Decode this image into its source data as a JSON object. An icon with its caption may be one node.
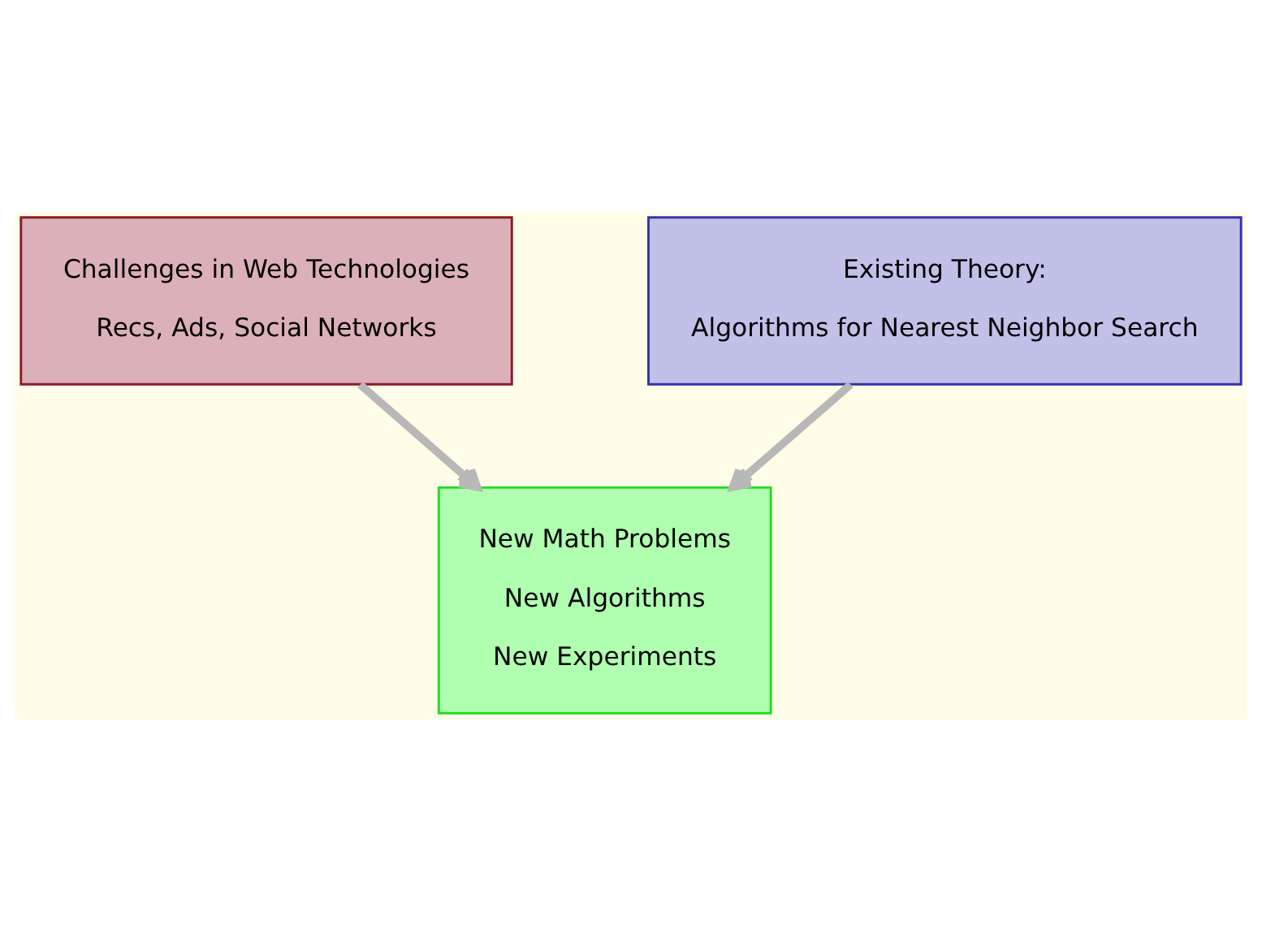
{
  "diagram": {
    "nodes": [
      {
        "text": [
          "Challenges in Web Technologies",
          "Recs, Ads, Social Networks"
        ]
      },
      {
        "text": [
          "Existing Theory:",
          "Algorithms for Nearest Neighbor Search"
        ]
      },
      {
        "text": [
          "New Math Problems",
          "New Algorithms",
          "New Experiments"
        ]
      }
    ],
    "edges": [
      {
        "from": 0,
        "to": 2,
        "arrow": "to"
      },
      {
        "from": 1,
        "to": 2,
        "arrow": "to"
      }
    ]
  }
}
